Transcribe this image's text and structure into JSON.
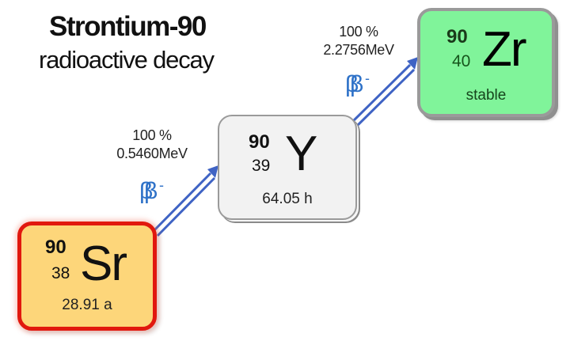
{
  "header": {
    "title": "Strontium-90",
    "subtitle": "radioactive decay"
  },
  "nuclides": [
    {
      "id": "sr",
      "mass_number": "90",
      "atomic_number": "38",
      "symbol": "Sr",
      "half_life": "28.91 a",
      "fill_color": "#fdd67a",
      "border_color": "#e1180e"
    },
    {
      "id": "y",
      "mass_number": "90",
      "atomic_number": "39",
      "symbol": "Y",
      "half_life": "64.05 h",
      "fill_color": "#f2f2f2",
      "border_color": "#9a9a9a"
    },
    {
      "id": "zr",
      "mass_number": "90",
      "atomic_number": "40",
      "symbol": "Zr",
      "half_life": "stable",
      "fill_color": "#80f49a",
      "border_color": "#9a9a9a"
    }
  ],
  "decays": [
    {
      "from": "Sr",
      "to": "Y",
      "probability": "100 %",
      "energy": "0.5460MeV",
      "mode_symbol": "β",
      "mode_charge": "-",
      "mode_name": "beta-minus-icon"
    },
    {
      "from": "Y",
      "to": "Zr",
      "probability": "100 %",
      "energy": "2.2756MeV",
      "mode_symbol": "β",
      "mode_charge": "-",
      "mode_name": "beta-minus-icon"
    }
  ],
  "colors": {
    "arrow": "#3f63c4",
    "beta_text": "#2f72c8"
  }
}
